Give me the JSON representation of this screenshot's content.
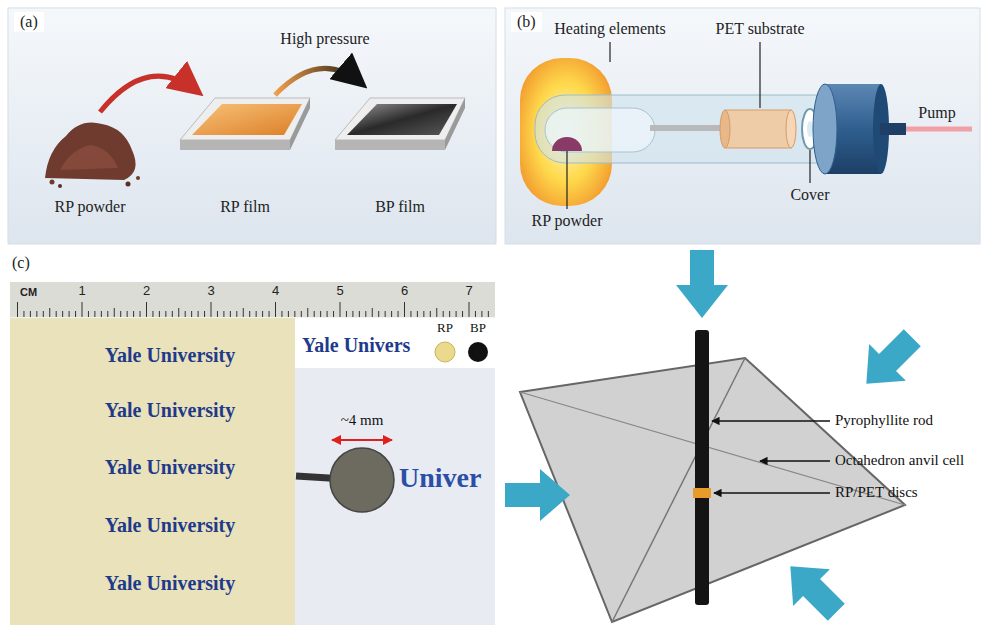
{
  "diagram": {
    "labels": [
      "(a)",
      "High pressure",
      "RP powder",
      "RP film",
      "BP film",
      "(b)",
      "Heating elements",
      "PET substrate",
      "RP powder",
      "Cover",
      "Pump",
      "(c)",
      "CM",
      "1",
      "2",
      "3",
      "4",
      "5",
      "6",
      "7",
      "Yale University",
      "Yale University",
      "Yale University",
      "Yale University",
      "Yale University",
      "Yale Univers",
      "RP",
      "BP",
      "~4 mm",
      "Univer",
      "Pyrophyllite rod",
      "Octahedron anvil cell",
      "RP/PET discs"
    ]
  }
}
